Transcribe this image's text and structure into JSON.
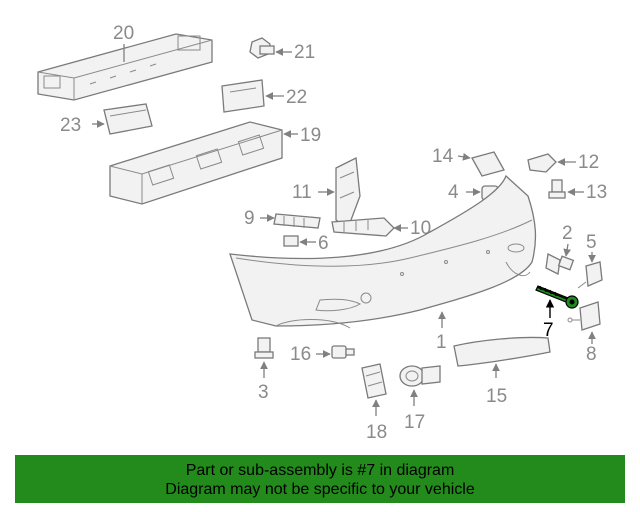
{
  "diagram": {
    "callouts": [
      "1",
      "2",
      "3",
      "4",
      "5",
      "6",
      "7",
      "8",
      "9",
      "10",
      "11",
      "12",
      "13",
      "14",
      "15",
      "16",
      "17",
      "18",
      "19",
      "20",
      "21",
      "22",
      "23"
    ],
    "highlighted_part": "7",
    "colors": {
      "highlight": "#1f8a1f",
      "banner": "#238a1c",
      "line": "#808080"
    }
  },
  "banner": {
    "line1": "Part or sub-assembly is #7 in diagram",
    "line2": "Diagram may not be specific to your vehicle"
  }
}
